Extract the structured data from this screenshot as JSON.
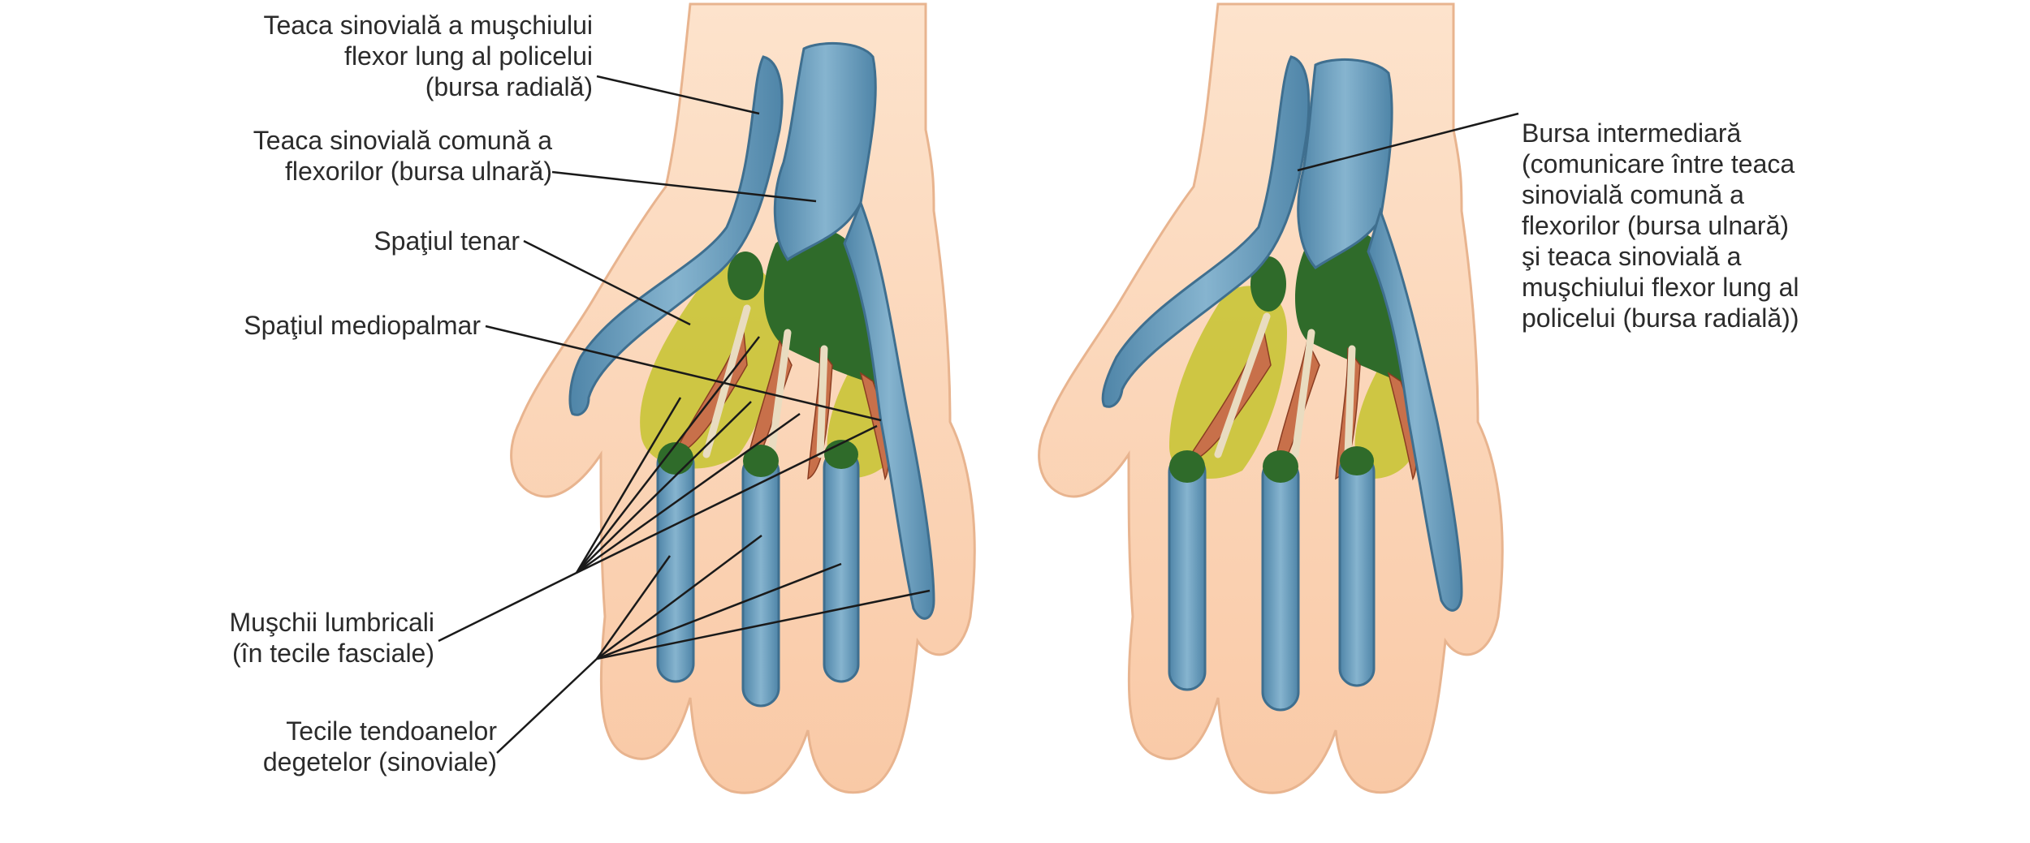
{
  "labels": {
    "bursa_radiala": [
      "Teaca sinovială a muşchiului",
      "flexor lung al policelui",
      "(bursa radială)"
    ],
    "bursa_ulnara": [
      "Teaca sinovială comună a",
      "flexorilor (bursa ulnară)"
    ],
    "spatiul_tenar": [
      "Spaţiul tenar"
    ],
    "spatiul_mediopalmar": [
      "Spaţiul mediopalmar"
    ],
    "muschii_lumbricali": [
      "Muşchii lumbricali",
      "(în tecile fasciale)"
    ],
    "tecile_tendoanelor": [
      "Tecile tendoanelor",
      "degetelor (sinoviale)"
    ],
    "bursa_intermediara": [
      "Bursa intermediară",
      "(comunicare între teaca",
      "sinovială comună a",
      "flexorilor (bursa ulnară)",
      "şi teaca sinovială a",
      "muşchiului flexor lung al",
      "policelui (bursa radială))"
    ]
  },
  "colors": {
    "skin": "#fbd3b4",
    "skin_outline": "#e8b48f",
    "sheath_blue": "#6f9fbd",
    "sheath_outline": "#3f6f8f",
    "thenar_yellow": "#c9c436",
    "midpalm_green": "#2f6b2a",
    "lumbrical_red": "#c8704a",
    "tendon": "#e9dcc0",
    "leader_line": "#1a1a1a"
  }
}
